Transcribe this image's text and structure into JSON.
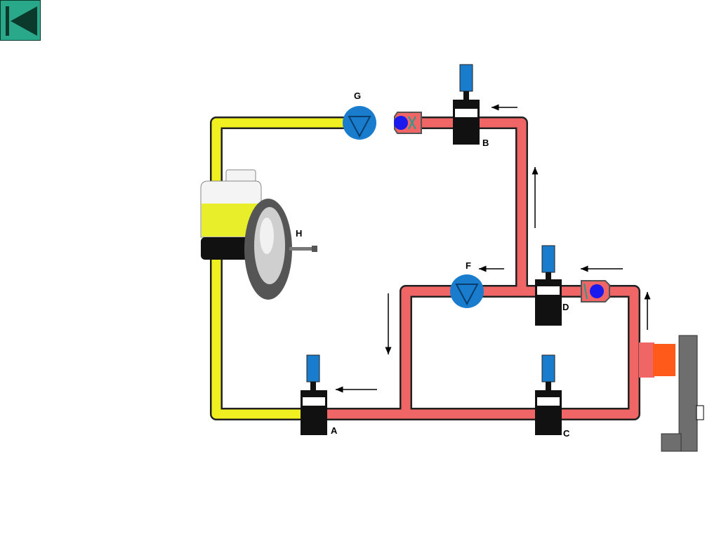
{
  "nav": {
    "back_button": "previous-slide"
  },
  "colors": {
    "fluid_return": "#f0f020",
    "fluid_pressure": "#f06666",
    "valve_body": "#000000",
    "valve_coil": "#1a7ccc",
    "pump": "#1a7ccc",
    "wheel_piston": "#ff5a1a",
    "brake_frame": "#6e6e6e",
    "nav_button": "#2aa98a"
  },
  "labels": {
    "valve_a": "A",
    "valve_b": "B",
    "valve_c": "C",
    "valve_d": "D",
    "pump_f": "F",
    "pump_g": "G",
    "booster_h": "H"
  }
}
